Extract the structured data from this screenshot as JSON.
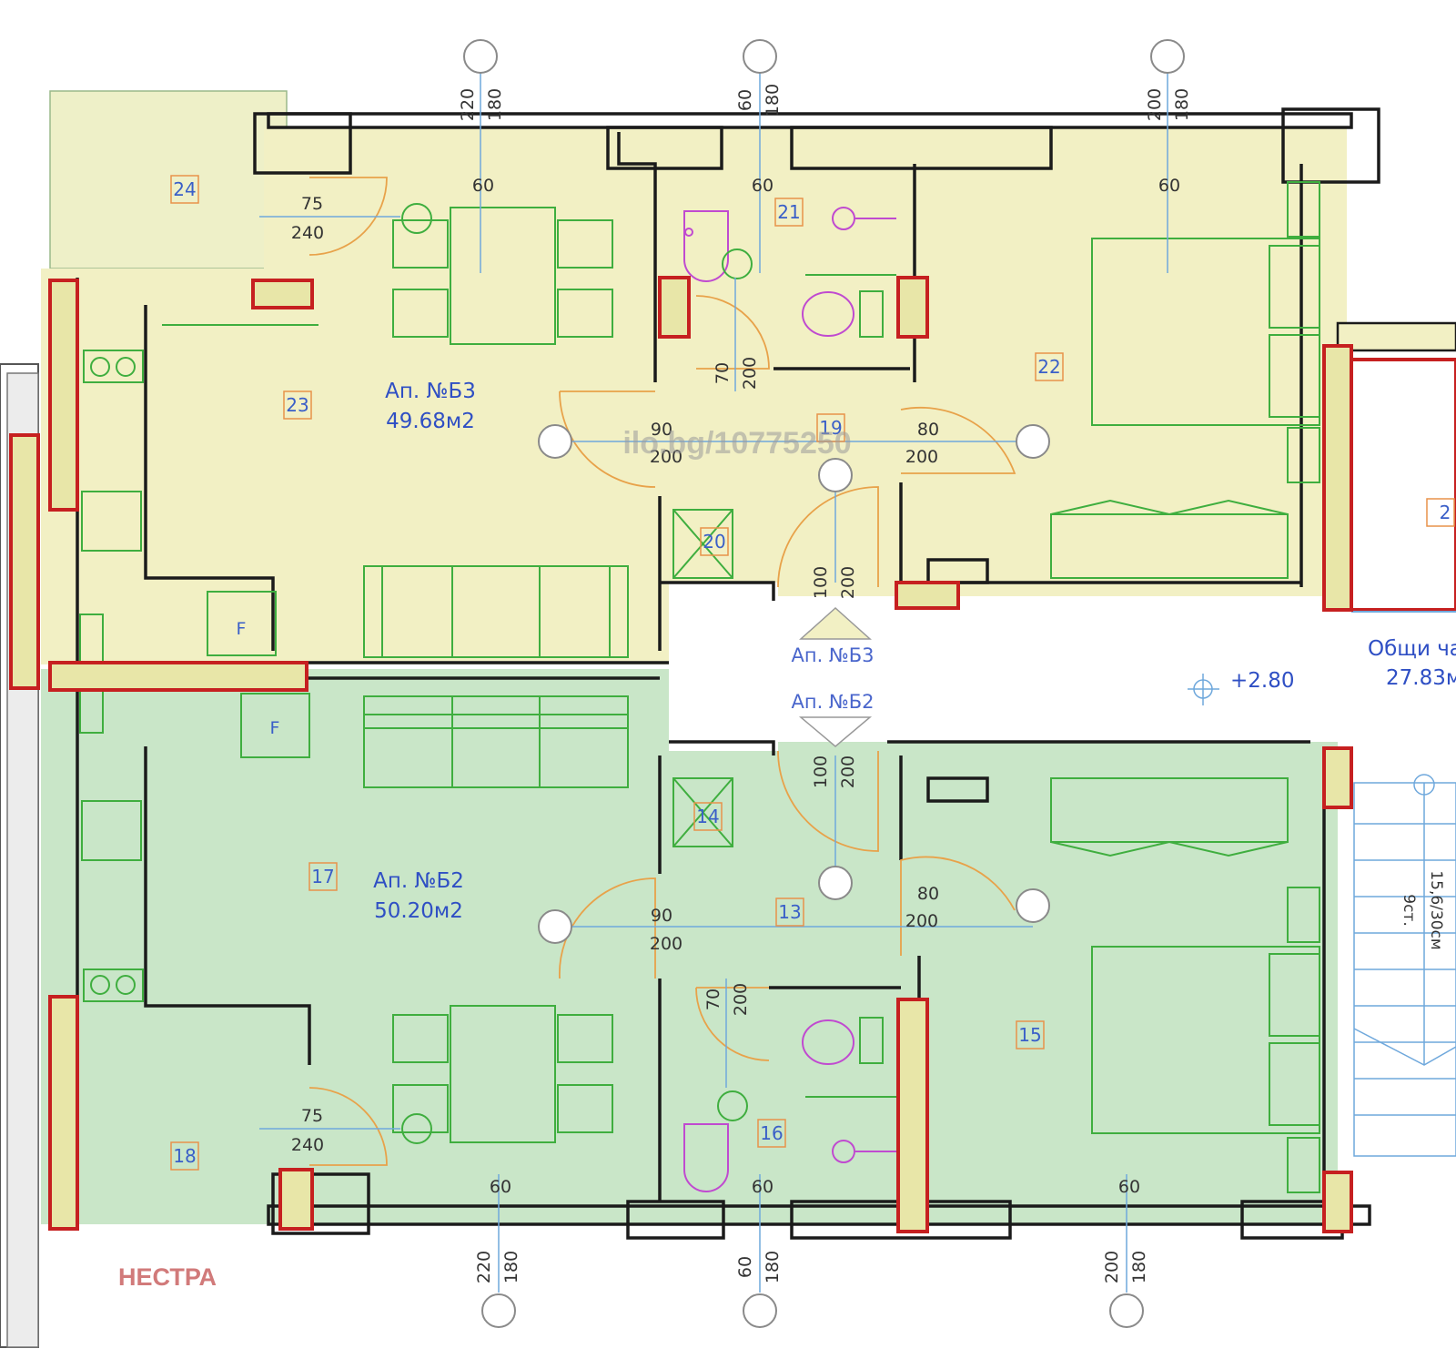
{
  "apartments": {
    "b3": {
      "name": "Ап. №Б3",
      "area": "49.68м2",
      "fill": "#f2f0c4"
    },
    "b2": {
      "name": "Ап. №Б2",
      "area": "50.20м2",
      "fill": "#c9e6c8"
    }
  },
  "corridor": {
    "label_b3": "Ап. №Б3",
    "label_b2": "Ап. №Б2",
    "level": "+2.80",
    "common_label": "Общи ча",
    "common_area": "27.83м"
  },
  "stairs": {
    "steps": "9ст.",
    "size": "15,6/30см"
  },
  "watermark": "ilo.bg/10775250",
  "brand": "НЕСТРА",
  "room_numbers": {
    "r24": "24",
    "r23": "23",
    "r21": "21",
    "r22": "22",
    "r19": "19",
    "r20": "20",
    "r17": "17",
    "r14": "14",
    "r13": "13",
    "r15": "15",
    "r18": "18",
    "r16": "16",
    "r2": "2"
  },
  "dims_top": {
    "a1": "220",
    "a2": "180",
    "b1": "60",
    "b2": "180",
    "c1": "200",
    "c2": "180",
    "w1": "60",
    "w2": "60",
    "w3": "60"
  },
  "dims_bottom": {
    "a1": "220",
    "a2": "180",
    "b1": "60",
    "b2": "180",
    "c1": "200",
    "c2": "180",
    "w1": "60",
    "w2": "60",
    "w3": "60"
  },
  "doors_b3": {
    "entry_w": "75",
    "entry_h": "240",
    "hall_w": "90",
    "hall_h": "200",
    "bath_w": "70",
    "bath_h": "200",
    "bed_w": "80",
    "bed_h": "200",
    "main_w": "100",
    "main_h": "200"
  },
  "doors_b2": {
    "entry_w": "75",
    "entry_h": "240",
    "hall_w": "90",
    "hall_h": "200",
    "bath_w": "70",
    "bath_h": "200",
    "bed_w": "80",
    "bed_h": "200",
    "main_w": "100",
    "main_h": "200"
  },
  "fridge": {
    "b3": "F",
    "b2": "F"
  },
  "colors": {
    "wall": "#1b1b1b",
    "furniture": "#3fae3f",
    "door": "#e8a24a",
    "sanitary": "#c04ad0",
    "column_outline": "#c62020",
    "column_fill": "#e8e6a8",
    "axis": "#6fa8dc",
    "brand": "#d17a7a"
  }
}
